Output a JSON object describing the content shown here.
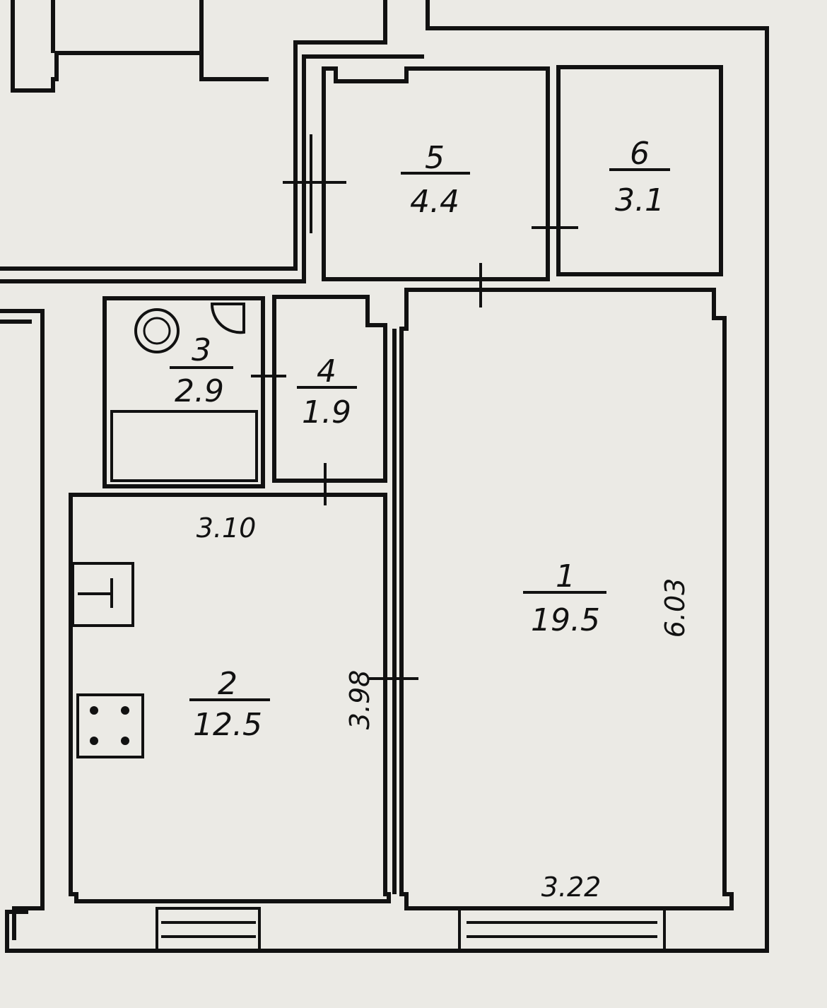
{
  "rooms": [
    {
      "number": "1",
      "area": "19.5"
    },
    {
      "number": "2",
      "area": "12.5"
    },
    {
      "number": "3",
      "area": "2.9"
    },
    {
      "number": "4",
      "area": "1.9"
    },
    {
      "number": "5",
      "area": "4.4"
    },
    {
      "number": "6",
      "area": "3.1"
    }
  ],
  "dimensions": {
    "room1_length": "6.03",
    "room1_width": "3.22",
    "room2_width": "3.10",
    "room2_length": "3.98"
  }
}
